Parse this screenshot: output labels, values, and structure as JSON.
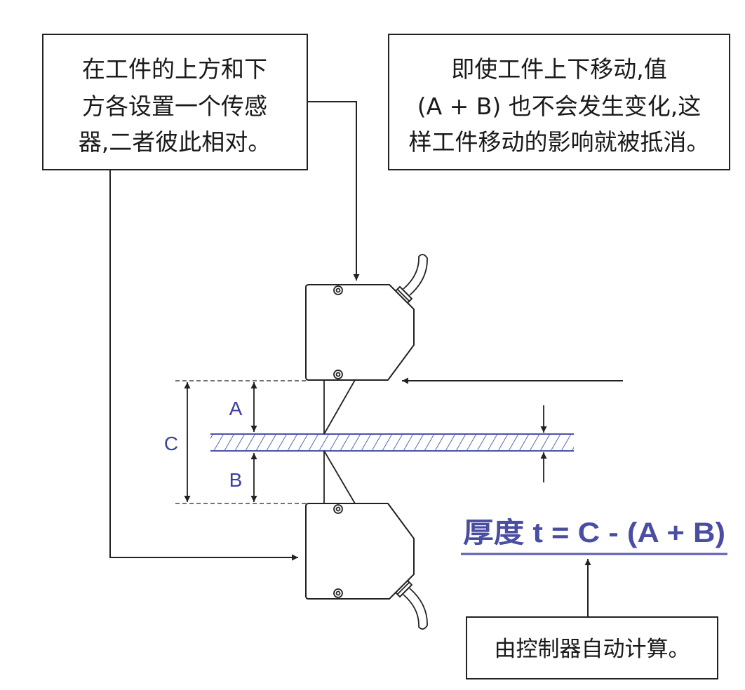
{
  "left_note": {
    "lines": [
      "在工件的上方和下",
      "方各设置一个传感",
      "器,二者彼此相对。"
    ]
  },
  "right_note": {
    "lines": [
      "即使工件上下移动,值",
      "(A + B) 也不会发生变化,这",
      "样工件移动的影响就被抵消。"
    ]
  },
  "dimensions": {
    "a_label": "A",
    "b_label": "B",
    "c_label": "C"
  },
  "formula": "厚度 t = C - (A + B)",
  "bottom_note": "由控制器自动计算。",
  "colors": {
    "accent_blue": "#4a4ea3",
    "label_blue": "#3c41a0",
    "hatch_blue": "#4a55a8",
    "line": "#222222"
  }
}
